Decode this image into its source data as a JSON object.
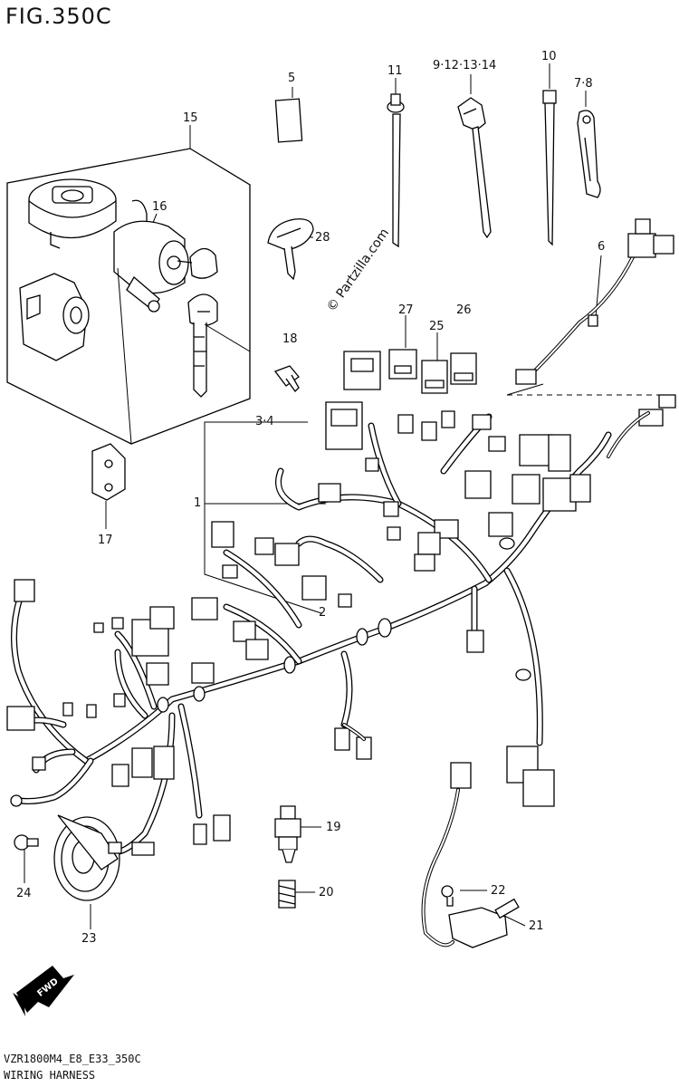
{
  "figure": {
    "title": "FIG.350C"
  },
  "callouts": [
    {
      "id": "c5",
      "text": "5"
    },
    {
      "id": "c11",
      "text": "11"
    },
    {
      "id": "c9",
      "text": "9·12·13·14"
    },
    {
      "id": "c10",
      "text": "10"
    },
    {
      "id": "c7",
      "text": "7·8"
    },
    {
      "id": "c15",
      "text": "15"
    },
    {
      "id": "c16",
      "text": "16"
    },
    {
      "id": "c28",
      "text": "28"
    },
    {
      "id": "c6",
      "text": "6"
    },
    {
      "id": "c27",
      "text": "27"
    },
    {
      "id": "c26",
      "text": "26"
    },
    {
      "id": "c25",
      "text": "25"
    },
    {
      "id": "c18",
      "text": "18"
    },
    {
      "id": "c34",
      "text": "3·4"
    },
    {
      "id": "c17",
      "text": "17"
    },
    {
      "id": "c2",
      "text": "2"
    },
    {
      "id": "c1",
      "text": "1"
    },
    {
      "id": "c19",
      "text": "19"
    },
    {
      "id": "c20",
      "text": "20"
    },
    {
      "id": "c22",
      "text": "22"
    },
    {
      "id": "c21",
      "text": "21"
    },
    {
      "id": "c24",
      "text": "24"
    },
    {
      "id": "c23",
      "text": "23"
    }
  ],
  "watermark": "© Partzilla.com",
  "fwd_label": "FWD",
  "footer": {
    "code": "VZR1800M4_E8_E33_350C",
    "caption": "WIRING HARNESS"
  },
  "icons": {
    "fwd": "fwd-arrow-icon"
  },
  "colors": {
    "ink": "#000000",
    "paper": "#ffffff"
  }
}
